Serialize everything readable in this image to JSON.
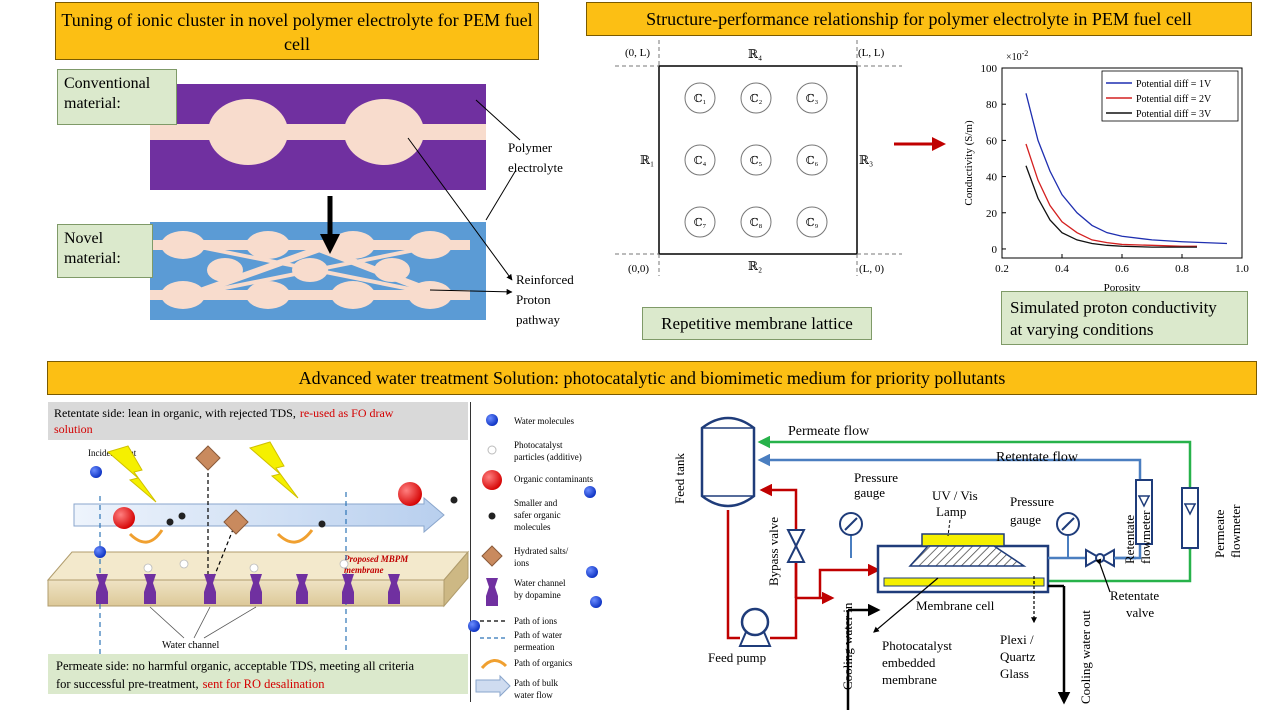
{
  "titles": {
    "panel1": "Tuning of ionic cluster in novel polymer electrolyte for PEM fuel cell",
    "panel2": "Structure-performance relationship for polymer electrolyte in PEM fuel cell",
    "panel3": "Advanced  water treatment Solution: photocatalytic and biomimetic medium for priority pollutants"
  },
  "polymer": {
    "conventional": "Conventional material:",
    "novel": "Novel material:",
    "polymer_label_1": "Polymer",
    "polymer_label_2": "electrolyte",
    "reinforced_1": "Reinforced",
    "reinforced_2": "Proton",
    "reinforced_3": "pathway"
  },
  "lattice": {
    "corner_tl": "(0, L)",
    "corner_tr": "(L, L)",
    "corner_bl": "(0,0)",
    "corner_br": "(L, 0)",
    "r1": "ℝ₁",
    "r2": "ℝ₂",
    "r3": "ℝ₃",
    "r4": "ℝ₄",
    "cells": [
      "ℂ₁",
      "ℂ₂",
      "ℂ₃",
      "ℂ₄",
      "ℂ₅",
      "ℂ₆",
      "ℂ₇",
      "ℂ₈",
      "ℂ₉"
    ],
    "caption": "Repetitive membrane lattice"
  },
  "chart_data": {
    "type": "line",
    "title": "",
    "xlabel": "Porosity",
    "ylabel": "Conductivity (S/m)",
    "multiplier": "×10",
    "multiplier_exp": "-2",
    "xlim": [
      0.2,
      1.0
    ],
    "ylim": [
      -5,
      100
    ],
    "xticks": [
      0.2,
      0.4,
      0.6,
      0.8,
      1.0
    ],
    "xtick_labels": [
      "0.2",
      "0.4",
      "0.6",
      "0.8",
      "1.0"
    ],
    "yticks": [
      0,
      20,
      40,
      60,
      80,
      100
    ],
    "ytick_labels": [
      "0",
      "20",
      "40",
      "60",
      "80",
      "100"
    ],
    "legend_position": "top-right",
    "series": [
      {
        "name": "Potential diff = 1V",
        "color": "#1f2fb0",
        "x": [
          0.28,
          0.32,
          0.36,
          0.4,
          0.45,
          0.5,
          0.55,
          0.6,
          0.7,
          0.8,
          0.95
        ],
        "y": [
          86,
          60,
          43,
          30,
          20,
          13,
          9,
          7,
          5,
          4,
          3
        ]
      },
      {
        "name": "Potential diff = 2V",
        "color": "#d42020",
        "x": [
          0.28,
          0.32,
          0.36,
          0.4,
          0.45,
          0.5,
          0.55,
          0.6,
          0.7,
          0.8,
          0.85
        ],
        "y": [
          58,
          38,
          24,
          15,
          9,
          5,
          3.5,
          2.5,
          2,
          1.5,
          1.5
        ]
      },
      {
        "name": "Potential diff = 3V",
        "color": "#111111",
        "x": [
          0.28,
          0.32,
          0.36,
          0.4,
          0.45,
          0.5,
          0.55,
          0.6,
          0.7,
          0.8,
          0.85
        ],
        "y": [
          46,
          28,
          16,
          9,
          5,
          3,
          2,
          1.5,
          1,
          1,
          1
        ]
      }
    ],
    "caption_1": "Simulated proton conductivity",
    "caption_2": "at varying  conditions"
  },
  "water": {
    "retentate_text": "Retentate side: lean in organic, with rejected TDS,",
    "retentate_red": "re-used as FO draw",
    "retentate_red_2": "solution",
    "incident_light": "Incident light",
    "proposed_1": "Proposed MBPM",
    "proposed_2": "membrane",
    "water_channel": "Water channel",
    "permeate_1": "Permeate side: no harmful organic, acceptable TDS, meeting all criteria",
    "permeate_2": "for successful pre-treatment,",
    "permeate_red": "sent for RO desalination",
    "legend": {
      "water": "Water molecules",
      "photocat_1": "Photocatalyst",
      "photocat_2": "particles (additive)",
      "organic": "Organic contaminants",
      "smaller_1": "Smaller and",
      "smaller_2": "safer organic",
      "smaller_3": "molecules",
      "salts_1": "Hydrated salts/",
      "salts_2": "ions",
      "channel_1": "Water channel",
      "channel_2": "by dopamine",
      "path_ions": "Path of ions",
      "path_water_1": "Path of water",
      "path_water_2": "permeation",
      "path_org": "Path of organics",
      "path_bulk_1": "Path of bulk",
      "path_bulk_2": "water flow"
    }
  },
  "process": {
    "permeate_flow": "Permeate flow",
    "retentate_flow": "Retentate flow",
    "feed_tank": "Feed tank",
    "bypass": "Bypass valve",
    "pressure1_1": "Pressure",
    "pressure1_2": "gauge",
    "pressure2_1": "Pressure",
    "pressure2_2": "gauge",
    "lamp_1": "UV / Vis",
    "lamp_2": "Lamp",
    "ret_flowmeter_1": "Retentate",
    "ret_flowmeter_2": "flowmeter",
    "perm_flowmeter_1": "Permeate",
    "perm_flowmeter_2": "flowmeter",
    "membrane_cell": "Membrane cell",
    "ret_valve_1": "Retentate",
    "ret_valve_2": "valve",
    "cooling_in": "Cooling water in",
    "cooling_out": "Cooling water out",
    "feed_pump": "Feed pump",
    "photocat_1": "Photocatalyst",
    "photocat_2": "embedded",
    "photocat_3": "membrane",
    "plexi_1": "Plexi /",
    "plexi_2": "Quartz",
    "plexi_3": "Glass"
  }
}
